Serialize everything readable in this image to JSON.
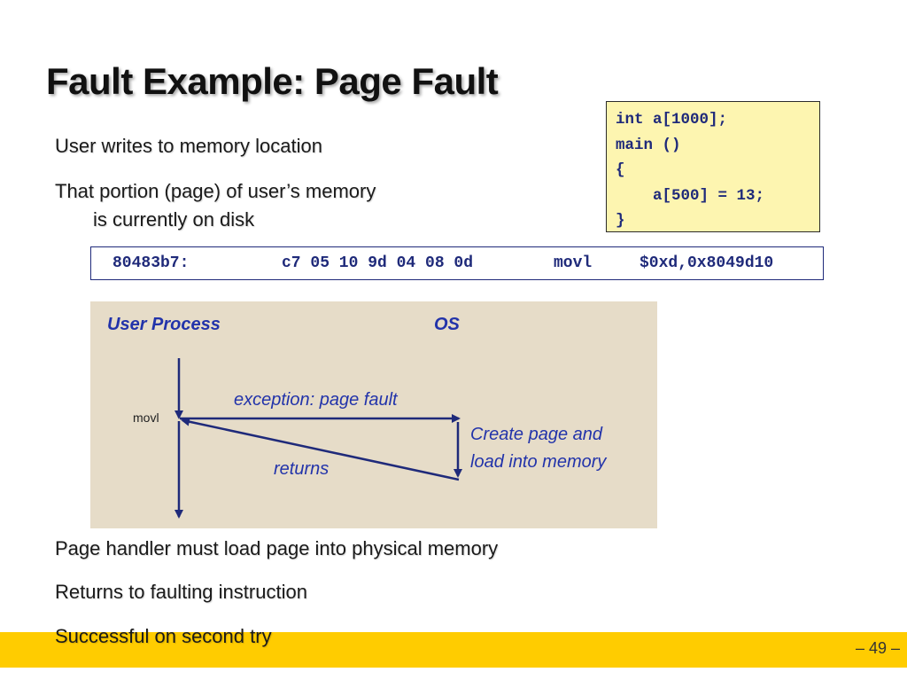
{
  "title": "Fault Example: Page Fault",
  "bullets_top": [
    "User writes to memory location",
    "That portion (page) of user’s memory",
    "is currently on disk"
  ],
  "code": {
    "lines": [
      "int a[1000];",
      "main ()",
      "{",
      "    a[500] = 13;",
      "}"
    ]
  },
  "asm": {
    "address": "80483b7:",
    "bytes": "c7 05 10 9d 04 08 0d",
    "mnemonic": "movl",
    "operands": "$0xd,0x8049d10"
  },
  "diagram": {
    "user_process_label": "User Process",
    "os_label": "OS",
    "instruction_label": "movl",
    "exception_label": "exception: page fault",
    "handler_label_1": "Create page and",
    "handler_label_2": "load into memory",
    "returns_label": "returns"
  },
  "bullets_bottom": [
    "Page handler must load page into physical memory",
    "Returns to faulting instruction",
    "Successful on second try"
  ],
  "footer": {
    "page_number": "– 49 –",
    "bar_color": "#ffcc00"
  }
}
